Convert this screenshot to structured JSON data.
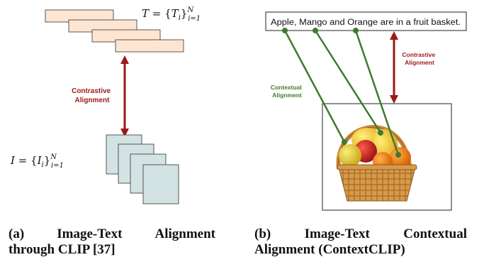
{
  "panel_a": {
    "text_set_label": "T = {T_i}_{i=1}^N",
    "image_set_label": "I = {I_i}_{i=1}^N",
    "contrastive_label": [
      "Contrastive",
      "Alignment"
    ],
    "caption": {
      "tag": "(a)",
      "words": [
        "Image-Text",
        "Alignment"
      ],
      "line2": "through CLIP [37]"
    }
  },
  "panel_b": {
    "sentence": "Apple, Mango and Orange are in a fruit basket.",
    "contrastive_label": [
      "Contrastive",
      "Alignment"
    ],
    "contextual_label": [
      "Contextual",
      "Alignment"
    ],
    "caption": {
      "tag": "(b)",
      "words": [
        "Image-Text",
        "Contextual"
      ],
      "line2": "Alignment (ContextCLIP)"
    }
  },
  "colors": {
    "text_box_fill": "#fde5d2",
    "image_card_fill": "#d3e2e2",
    "contrastive": "#9b1a1a",
    "contextual": "#3e7b2c",
    "basket": "#c98a3e"
  }
}
